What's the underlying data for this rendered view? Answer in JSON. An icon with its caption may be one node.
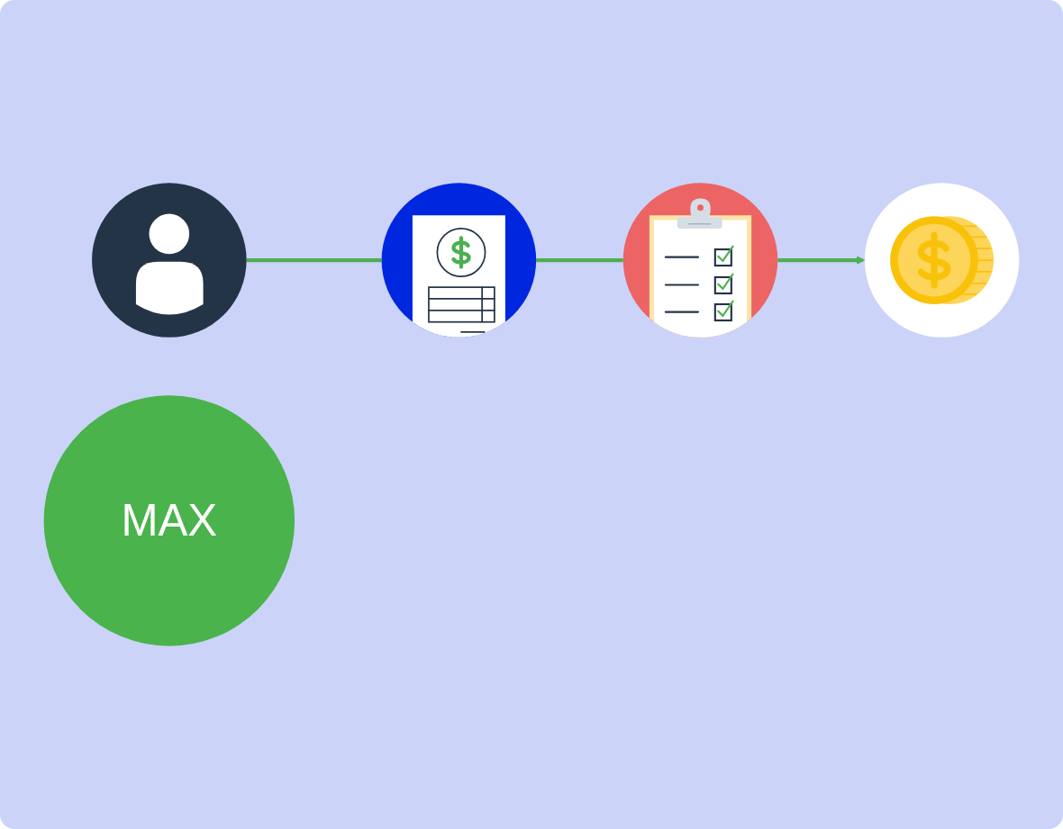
{
  "diagram": {
    "nodes": [
      {
        "text": [],
        "shape": "circle"
      },
      {
        "text": [],
        "shape": "circle"
      },
      {
        "text": [
          "MAX"
        ]
      },
      {
        "text": [],
        "shape": "circle"
      },
      {
        "text": [],
        "shape": "circle"
      }
    ],
    "edges": [
      {
        "from": 0,
        "to": 1,
        "arrow": "none"
      },
      {
        "from": 1,
        "to": 3,
        "arrow": "none"
      },
      {
        "from": 3,
        "to": 4,
        "arrow": "to"
      }
    ]
  }
}
